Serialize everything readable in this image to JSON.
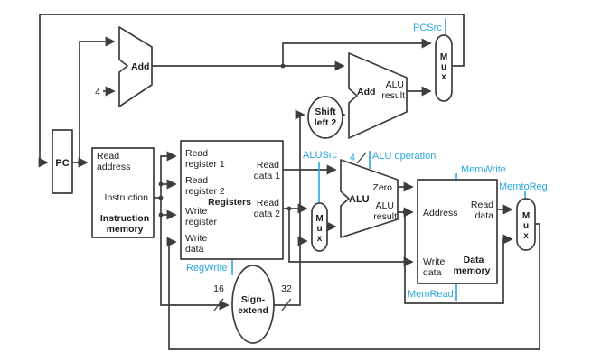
{
  "colors": {
    "wire": "#3d3d3d",
    "control": "#2aa7dc",
    "background": "#ffffff"
  },
  "components": {
    "pc": {
      "label": "PC"
    },
    "pc_adder": {
      "label": "Add"
    },
    "constant_four": {
      "label": "4"
    },
    "instruction_memory": {
      "read_address_line1": "Read",
      "read_address_line2": "address",
      "instruction_port": "Instruction",
      "title_line1": "Instruction",
      "title_line2": "memory"
    },
    "registers": {
      "read_register1_line1": "Read",
      "read_register1_line2": "register 1",
      "read_register2_line1": "Read",
      "read_register2_line2": "register 2",
      "write_register_line1": "Write",
      "write_register_line2": "register",
      "write_data_line1": "Write",
      "write_data_line2": "data",
      "read_data1_line1": "Read",
      "read_data1_line2": "data 1",
      "read_data2_line1": "Read",
      "read_data2_line2": "data 2",
      "title": "Registers"
    },
    "branch_adder": {
      "label": "Add",
      "output_line1": "ALU",
      "output_line2": "result"
    },
    "shift_left2": {
      "line1": "Shift",
      "line2": "left 2"
    },
    "sign_extend": {
      "line1": "Sign-",
      "line2": "extend",
      "input_width": "16",
      "output_width": "32"
    },
    "alu": {
      "label": "ALU",
      "zero_port": "Zero",
      "result_line1": "ALU",
      "result_line2": "result"
    },
    "data_memory": {
      "address_port": "Address",
      "read_data_line1": "Read",
      "read_data_line2": "data",
      "write_data_line1": "Write",
      "write_data_line2": "data",
      "title_line1": "Data",
      "title_line2": "memory"
    },
    "mux": {
      "line1": "M",
      "line2": "u",
      "line3": "x"
    }
  },
  "control_signals": {
    "pcsrc": "PCSrc",
    "regwrite": "RegWrite",
    "alusrc": "ALUSrc",
    "alu_operation": "ALU operation",
    "alu_control_width": "4",
    "memwrite": "MemWrite",
    "memtoreg": "MemtoReg",
    "memread": "MemRead"
  }
}
